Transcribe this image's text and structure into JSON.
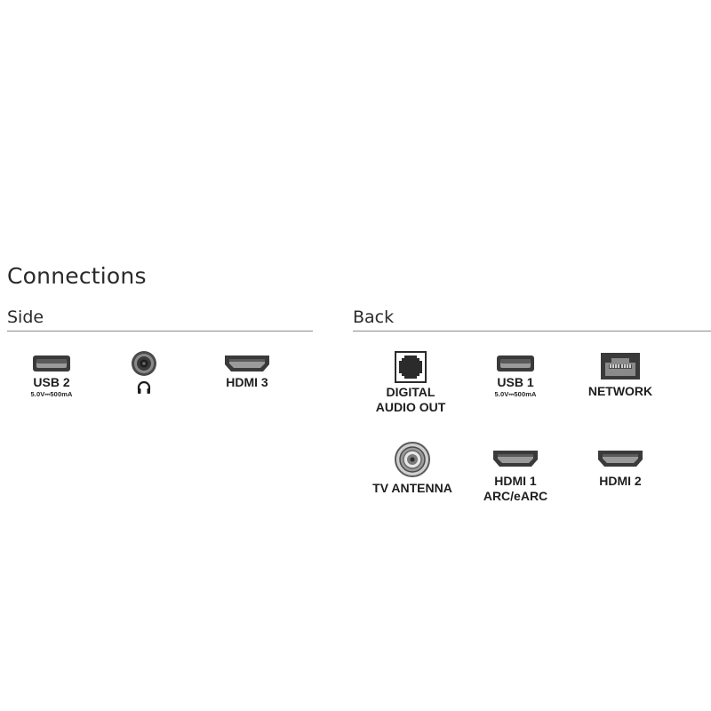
{
  "title": "Connections",
  "sections": {
    "side": {
      "label": "Side",
      "ports": {
        "usb2": {
          "label": "USB 2",
          "sub": "5.0V⎓500mA",
          "icon": "usb-port-icon"
        },
        "headphone": {
          "icon": "headphone-jack-icon",
          "sub_icon": "headphones-icon"
        },
        "hdmi3": {
          "label": "HDMI 3",
          "icon": "hdmi-port-icon"
        }
      }
    },
    "back": {
      "label": "Back",
      "ports": {
        "digital_audio": {
          "label_line1": "DIGITAL",
          "label_line2": "AUDIO OUT",
          "icon": "optical-port-icon"
        },
        "usb1": {
          "label": "USB 1",
          "sub": "5.0V⎓500mA",
          "icon": "usb-port-icon"
        },
        "network": {
          "label": "NETWORK",
          "icon": "ethernet-port-icon"
        },
        "tv_antenna": {
          "label": "TV ANTENNA",
          "icon": "coax-port-icon"
        },
        "hdmi1": {
          "label_line1": "HDMI 1",
          "label_line2": "ARC/eARC",
          "icon": "hdmi-port-icon"
        },
        "hdmi2": {
          "label": "HDMI 2",
          "icon": "hdmi-port-icon"
        }
      }
    }
  },
  "colors": {
    "text": "#1e1e1e",
    "rule": "#8a8a8a",
    "icon_dark": "#2b2b2b",
    "icon_mid": "#7a7a7a",
    "background": "#ffffff"
  }
}
